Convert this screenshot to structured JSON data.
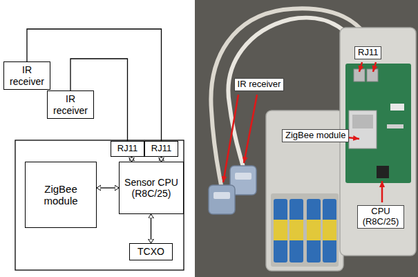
{
  "diagram": {
    "nodes": [
      {
        "text": [
          "IR receiver"
        ]
      },
      {
        "text": [
          "IR receiver"
        ]
      },
      {
        "text": [
          "RJ11"
        ]
      },
      {
        "text": [
          "RJ11"
        ]
      },
      {
        "text": [
          "ZigBee module"
        ]
      },
      {
        "text": [
          "Sensor CPU (R8C/25)"
        ]
      },
      {
        "text": [
          "TCXO"
        ]
      }
    ],
    "edges": [
      {
        "from": 0,
        "to": 3,
        "arrow": "none"
      },
      {
        "from": 1,
        "to": 2,
        "arrow": "none"
      },
      {
        "from": 2,
        "to": 5,
        "arrow": "both"
      },
      {
        "from": 3,
        "to": 5,
        "arrow": "both"
      },
      {
        "from": 4,
        "to": 5,
        "arrow": "both"
      },
      {
        "from": 5,
        "to": 6,
        "arrow": "both"
      }
    ],
    "labels": [
      "IR receiver",
      "RJ11",
      "ZigBee module",
      "CPU (R8C/25)"
    ]
  }
}
